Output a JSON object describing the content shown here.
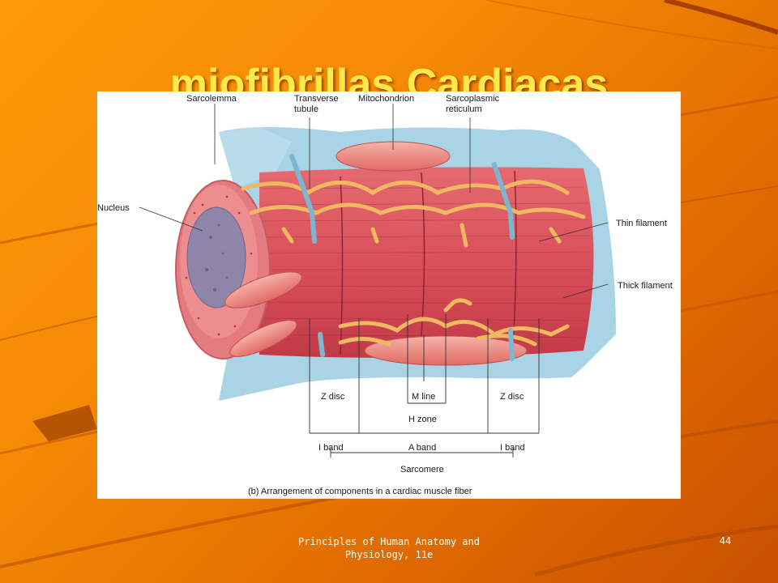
{
  "slide": {
    "title": "miofibrillas Cardiacas",
    "footer_line1": "Principles of Human Anatomy and",
    "footer_line2": "Physiology, 11e",
    "page_number": "44"
  },
  "figure": {
    "caption": "(b) Arrangement of components in a cardiac muscle fiber",
    "labels": {
      "sarcolemma": "Sarcolemma",
      "transverse_1": "Transverse",
      "transverse_2": "tubule",
      "mitochondrion": "Mitochondrion",
      "sarcoplasmic_1": "Sarcoplasmic",
      "sarcoplasmic_2": "reticulum",
      "nucleus": "Nucleus",
      "thin_filament": "Thin filament",
      "thick_filament": "Thick filament",
      "z_disc_left": "Z disc",
      "m_line": "M line",
      "z_disc_right": "Z disc",
      "h_zone": "H zone",
      "i_band_left": "I band",
      "a_band": "A band",
      "i_band_right": "I band",
      "sarcomere": "Sarcomere"
    }
  },
  "colors": {
    "background": "#f58a05",
    "title": "#ffe94a",
    "muscle": "#d9505a",
    "reticulum": "#f0b860",
    "membrane": "#a8d4e6",
    "nucleus": "#8e86a8"
  }
}
